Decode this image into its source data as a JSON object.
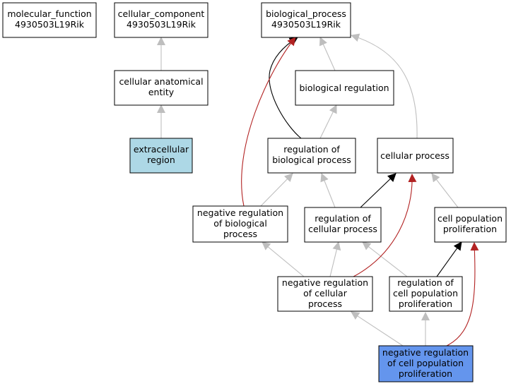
{
  "colors": {
    "default_fill": "#ffffff",
    "light_blue": "#add8e6",
    "cornflower_blue": "#6495ed",
    "gray_edge": "#bebebe",
    "black_edge": "#000000",
    "red_edge": "#b22222"
  },
  "nodes": {
    "molecular_function": {
      "lines": [
        "molecular_function",
        "4930503L19Rik"
      ]
    },
    "cellular_component": {
      "lines": [
        "cellular_component",
        "4930503L19Rik"
      ]
    },
    "biological_process": {
      "lines": [
        "biological_process",
        "4930503L19Rik"
      ]
    },
    "cellular_anatomical_entity": {
      "lines": [
        "cellular anatomical",
        "entity"
      ]
    },
    "biological_regulation": {
      "lines": [
        "biological regulation"
      ]
    },
    "extracellular_region": {
      "lines": [
        "extracellular",
        "region"
      ]
    },
    "regulation_of_biological_process": {
      "lines": [
        "regulation of",
        "biological process"
      ]
    },
    "cellular_process": {
      "lines": [
        "cellular process"
      ]
    },
    "negative_regulation_of_biological_process": {
      "lines": [
        "negative regulation",
        "of biological",
        "process"
      ]
    },
    "regulation_of_cellular_process": {
      "lines": [
        "regulation of",
        "cellular process"
      ]
    },
    "cell_population_proliferation": {
      "lines": [
        "cell population",
        "proliferation"
      ]
    },
    "negative_regulation_of_cellular_process": {
      "lines": [
        "negative regulation",
        "of cellular",
        "process"
      ]
    },
    "regulation_of_cell_population_proliferation": {
      "lines": [
        "regulation of",
        "cell population",
        "proliferation"
      ]
    },
    "negative_regulation_of_cell_population_proliferation": {
      "lines": [
        "negative regulation",
        "of cell population",
        "proliferation"
      ]
    }
  }
}
